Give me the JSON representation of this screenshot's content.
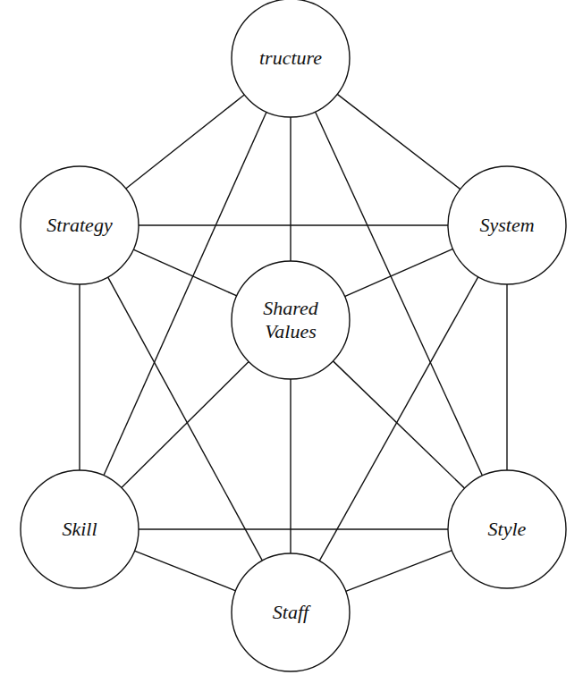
{
  "diagram": {
    "nodes": [
      {
        "text": [
          "tructure"
        ]
      },
      {
        "text": [
          "Strategy"
        ]
      },
      {
        "text": [
          "System"
        ]
      },
      {
        "text": [
          "Shared Values"
        ]
      },
      {
        "text": [
          "Skill"
        ]
      },
      {
        "text": [
          "Style"
        ]
      },
      {
        "text": [
          "Staff"
        ]
      }
    ],
    "edges": [
      {
        "from": 0,
        "to": 1,
        "arrow": "none"
      },
      {
        "from": 0,
        "to": 2,
        "arrow": "none"
      },
      {
        "from": 0,
        "to": 3,
        "arrow": "none"
      },
      {
        "from": 0,
        "to": 4,
        "arrow": "none"
      },
      {
        "from": 0,
        "to": 5,
        "arrow": "none"
      },
      {
        "from": 1,
        "to": 2,
        "arrow": "none"
      },
      {
        "from": 1,
        "to": 3,
        "arrow": "none"
      },
      {
        "from": 1,
        "to": 4,
        "arrow": "none"
      },
      {
        "from": 1,
        "to": 6,
        "arrow": "none"
      },
      {
        "from": 2,
        "to": 3,
        "arrow": "none"
      },
      {
        "from": 2,
        "to": 5,
        "arrow": "none"
      },
      {
        "from": 2,
        "to": 6,
        "arrow": "none"
      },
      {
        "from": 3,
        "to": 4,
        "arrow": "none"
      },
      {
        "from": 3,
        "to": 5,
        "arrow": "none"
      },
      {
        "from": 3,
        "to": 6,
        "arrow": "none"
      },
      {
        "from": 4,
        "to": 5,
        "arrow": "none"
      },
      {
        "from": 4,
        "to": 6,
        "arrow": "none"
      },
      {
        "from": 5,
        "to": 6,
        "arrow": "none"
      }
    ]
  }
}
